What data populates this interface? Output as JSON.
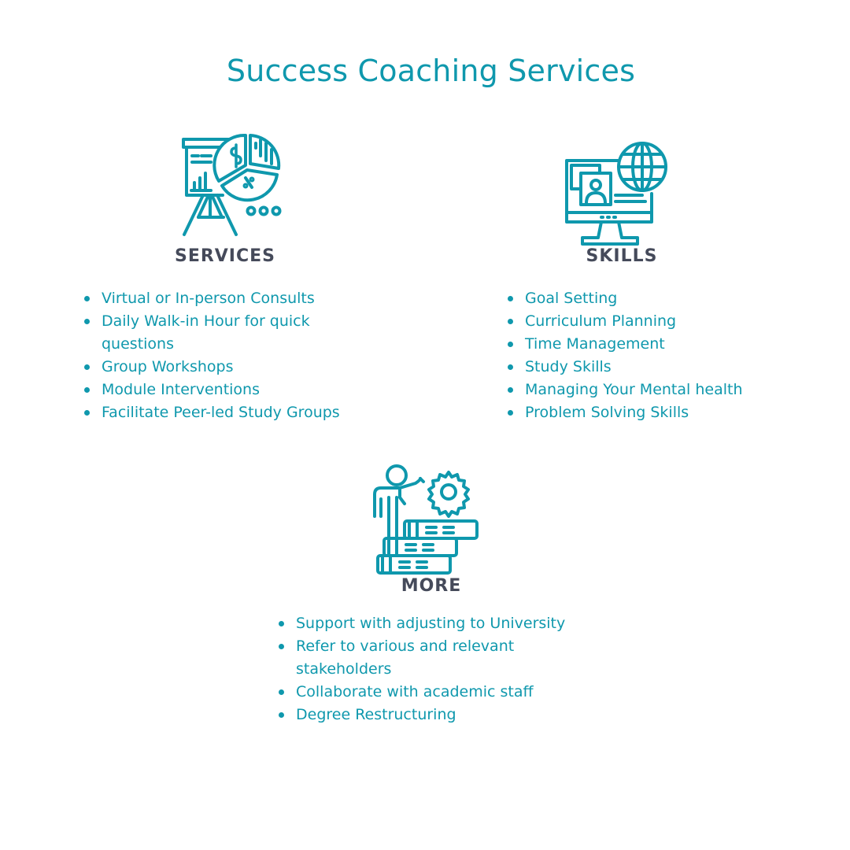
{
  "title": "Success Coaching Services",
  "colors": {
    "accent": "#0f98ad",
    "heading": "#454a5a",
    "background": "#ffffff"
  },
  "sections": [
    {
      "heading": "SERVICES",
      "icon": "presentation-chart-icon",
      "items": [
        "Virtual or In-person Consults",
        "Daily Walk-in Hour for quick questions",
        "Group Workshops",
        "Module Interventions",
        "Facilitate Peer-led Study Groups"
      ]
    },
    {
      "heading": "SKILLS",
      "icon": "computer-globe-icon",
      "items": [
        "Goal Setting",
        "Curriculum Planning",
        "Time Management",
        "Study Skills",
        "Managing Your Mental health",
        "Problem Solving Skills"
      ]
    },
    {
      "heading": "MORE",
      "icon": "person-books-gear-icon",
      "items": [
        "Support with adjusting to University",
        "Refer to various and relevant stakeholders",
        "Collaborate with academic staff",
        "Degree Restructuring"
      ]
    }
  ]
}
